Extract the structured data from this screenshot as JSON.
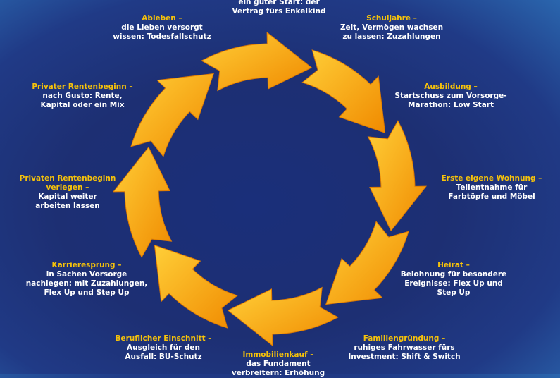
{
  "diagram": {
    "colors": {
      "background": "#1d2f73",
      "accent": "#f6c20a",
      "arrow_light": "#ffcf38",
      "arrow_dark": "#f08a00",
      "text": "#ffffff"
    },
    "arrow_count": 8,
    "stages": [
      {
        "title": "",
        "desc": "ein guter Start: der\nVertrag fürs Enkelkind"
      },
      {
        "title": "Schuljahre –",
        "desc": "Zeit, Vermögen wachsen\nzu lassen: Zuzahlungen"
      },
      {
        "title": "Ausbildung –",
        "desc": "Startschuss zum Vorsorge-\nMarathon: Low Start"
      },
      {
        "title": "Erste eigene Wohnung –",
        "desc": "Teilentnahme für\nFarbtöpfe und Möbel"
      },
      {
        "title": "Heirat –",
        "desc": "Belohnung für besondere\nEreignisse: Flex Up und\nStep Up"
      },
      {
        "title": "Familiengründung –",
        "desc": "ruhiges Fahrwasser fürs\nInvestment: Shift & Switch"
      },
      {
        "title": "Immobilienkauf –",
        "desc": "das Fundament\nverbreitern: Erhöhung"
      },
      {
        "title": "Beruflicher Einschnitt –",
        "desc": "Ausgleich für den\nAusfall: BU-Schutz"
      },
      {
        "title": "Karrieresprung –",
        "desc": "in Sachen Vorsorge\nnachlegen: mit Zuzahlungen,\nFlex Up und Step Up"
      },
      {
        "title": "Privaten Rentenbeginn\nverlegen –",
        "desc": "Kapital weiter\narbeiten lassen"
      },
      {
        "title": "Privater Rentenbeginn –",
        "desc": "nach Gusto: Rente,\nKapital oder ein Mix"
      },
      {
        "title": "Ableben –",
        "desc": "die Lieben versorgt\nwissen: Todesfallschutz"
      }
    ]
  }
}
